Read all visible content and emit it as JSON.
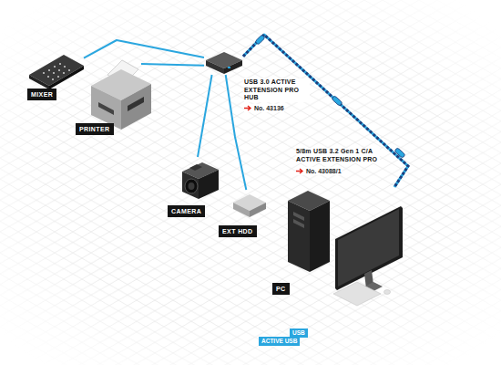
{
  "diagram": {
    "nodes": [
      {
        "text": [
          "MIXER"
        ]
      },
      {
        "text": [
          "PRINTER"
        ]
      },
      {
        "text": [
          "USB 3.0 ACTIVE EXTENSION PRO HUB",
          "No. 43136"
        ]
      },
      {
        "text": [
          "CAMERA"
        ]
      },
      {
        "text": [
          "EXT HDD"
        ]
      },
      {
        "text": [
          "PC"
        ]
      }
    ],
    "edges": [
      {
        "from": 0,
        "to": 2,
        "arrow": "none"
      },
      {
        "from": 1,
        "to": 2,
        "arrow": "none"
      },
      {
        "from": 3,
        "to": 2,
        "arrow": "none"
      },
      {
        "from": 4,
        "to": 2,
        "arrow": "none"
      },
      {
        "from": 2,
        "to": 5,
        "label": "5/8m USB 3.2 Gen 1 C/A ACTIVE EXTENSION PRO",
        "arrow": "none"
      }
    ],
    "labels": [
      "No. 43088/1"
    ],
    "legend": [
      {
        "text": "ACTIVE USB"
      },
      {
        "text": "USB"
      }
    ]
  }
}
